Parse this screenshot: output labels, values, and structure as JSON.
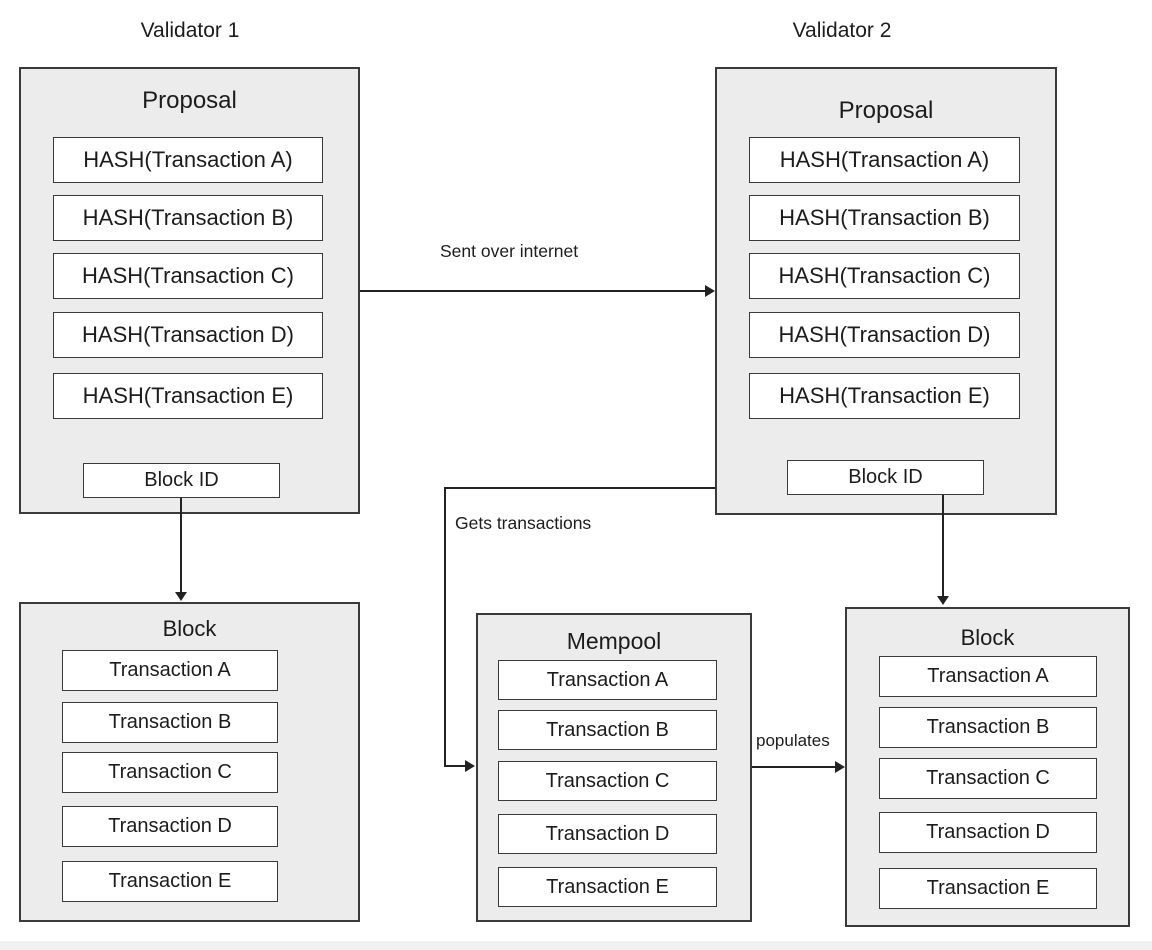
{
  "diagram": {
    "validator1": {
      "title": "Validator 1",
      "proposal": {
        "heading": "Proposal",
        "items": [
          "HASH(Transaction A)",
          "HASH(Transaction B)",
          "HASH(Transaction C)",
          "HASH(Transaction D)",
          "HASH(Transaction E)"
        ],
        "block_id_label": "Block ID"
      },
      "block": {
        "heading": "Block",
        "items": [
          "Transaction A",
          "Transaction B",
          "Transaction C",
          "Transaction D",
          "Transaction E"
        ]
      }
    },
    "validator2": {
      "title": "Validator 2",
      "proposal": {
        "heading": "Proposal",
        "items": [
          "HASH(Transaction A)",
          "HASH(Transaction B)",
          "HASH(Transaction C)",
          "HASH(Transaction D)",
          "HASH(Transaction E)"
        ],
        "block_id_label": "Block ID"
      },
      "block": {
        "heading": "Block",
        "items": [
          "Transaction A",
          "Transaction B",
          "Transaction C",
          "Transaction D",
          "Transaction E"
        ]
      }
    },
    "mempool": {
      "heading": "Mempool",
      "items": [
        "Transaction A",
        "Transaction B",
        "Transaction C",
        "Transaction D",
        "Transaction E"
      ]
    },
    "edge_labels": {
      "sent_over_internet": "Sent over internet",
      "gets_transactions": "Gets transactions",
      "populates": "populates"
    },
    "colors": {
      "background": "#ffffff",
      "panel_fill": "#ececec",
      "panel_border": "#3a3a3a",
      "row_fill": "#ffffff",
      "line": "#222222",
      "text": "#1c1c1c",
      "footer_strip": "#f1f1f1"
    }
  }
}
